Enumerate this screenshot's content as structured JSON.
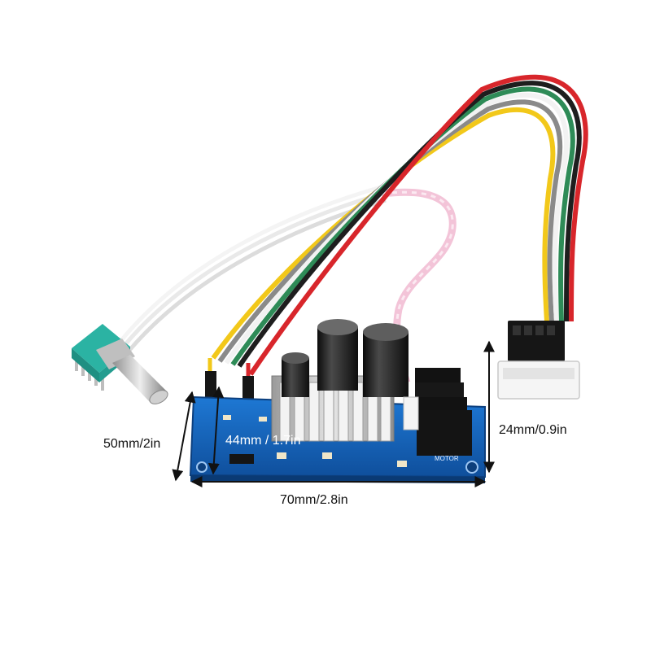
{
  "dimensions": {
    "width": "70mm/2.8in",
    "height": "50mm/2in",
    "depth": "44mm / 1.7in",
    "connector_height": "24mm/0.9in"
  },
  "board": {
    "silkscreen_label": "MOTOR"
  },
  "colors": {
    "background": "#ffffff",
    "pcb": "#1565c0",
    "heatsink": "#c8c8c8",
    "capacitor": "#1b1b1b",
    "knob_base": "#2bb3a3",
    "wire_red": "#d8262b",
    "wire_black": "#1e1e1e",
    "wire_green": "#2e8b57",
    "wire_white": "#f2f2f2",
    "wire_yellow": "#f2c81a",
    "wire_grey": "#8a8a8a",
    "ribbon_pink": "#f3c4d8"
  }
}
